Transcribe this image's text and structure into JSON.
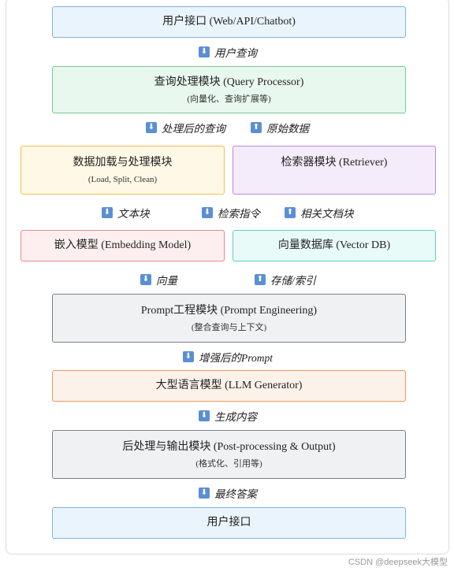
{
  "colors": {
    "blue_fill": "#eaf4fd",
    "blue_border": "#7db3e0",
    "green_fill": "#e9f8ee",
    "green_border": "#74c993",
    "yellow_fill": "#fff8e6",
    "yellow_border": "#f0c04a",
    "purple_fill": "#f4ecfa",
    "purple_border": "#b78ad6",
    "red_fill": "#fdeff0",
    "red_border": "#e8878d",
    "teal_fill": "#e9fbf8",
    "teal_border": "#5fd1c2",
    "gray_fill": "#f0f1f3",
    "gray_border": "#7a7e86",
    "orange_fill": "#fdf2ea",
    "orange_border": "#e99a61",
    "arrow_icon": "#5b8fd4"
  },
  "nodes": {
    "user_interface": {
      "title": "用户接口 (Web/API/Chatbot)"
    },
    "query_processor": {
      "title": "查询处理模块 (Query Processor)",
      "subtitle": "(向量化、查询扩展等)"
    },
    "data_loader": {
      "title": "数据加载与处理模块",
      "subtitle": "(Load, Split, Clean)"
    },
    "retriever": {
      "title": "检索器模块 (Retriever)"
    },
    "embedding": {
      "title": "嵌入模型 (Embedding Model)"
    },
    "vector_db": {
      "title": "向量数据库 (Vector DB)"
    },
    "prompt_engineering": {
      "title": "Prompt工程模块 (Prompt Engineering)",
      "subtitle": "(整合查询与上下文)"
    },
    "llm": {
      "title": "大型语言模型 (LLM Generator)"
    },
    "post_processing": {
      "title": "后处理与输出模块 (Post-processing & Output)",
      "subtitle": "(格式化、引用等)"
    },
    "user_interface_end": {
      "title": "用户接口"
    }
  },
  "flows": {
    "user_query": {
      "icon": "arrow-down-icon",
      "glyph": "⬇",
      "label": "用户查询"
    },
    "processed_query": {
      "icon": "arrow-down-icon",
      "glyph": "⬇",
      "label": "处理后的查询"
    },
    "raw_data": {
      "icon": "arrow-up-icon",
      "glyph": "⬆",
      "label": "原始数据"
    },
    "text_chunks": {
      "icon": "arrow-down-icon",
      "glyph": "⬇",
      "label": "文本块"
    },
    "retrieval_command": {
      "icon": "arrow-down-icon",
      "glyph": "⬇",
      "label": "检索指令"
    },
    "related_chunks": {
      "icon": "arrow-up-icon",
      "glyph": "⬆",
      "label": "相关文档块"
    },
    "vectors": {
      "icon": "arrow-down-icon",
      "glyph": "⬇",
      "label": "向量"
    },
    "store_index": {
      "icon": "arrow-up-icon",
      "glyph": "⬆",
      "label": "存储/索引"
    },
    "enhanced_prompt": {
      "icon": "arrow-down-icon",
      "glyph": "⬇",
      "label": "增强后的Prompt"
    },
    "generated_content": {
      "icon": "arrow-down-icon",
      "glyph": "⬇",
      "label": "生成内容"
    },
    "final_answer": {
      "icon": "arrow-down-icon",
      "glyph": "⬇",
      "label": "最终答案"
    }
  },
  "watermark": "CSDN @deepseek大模型"
}
